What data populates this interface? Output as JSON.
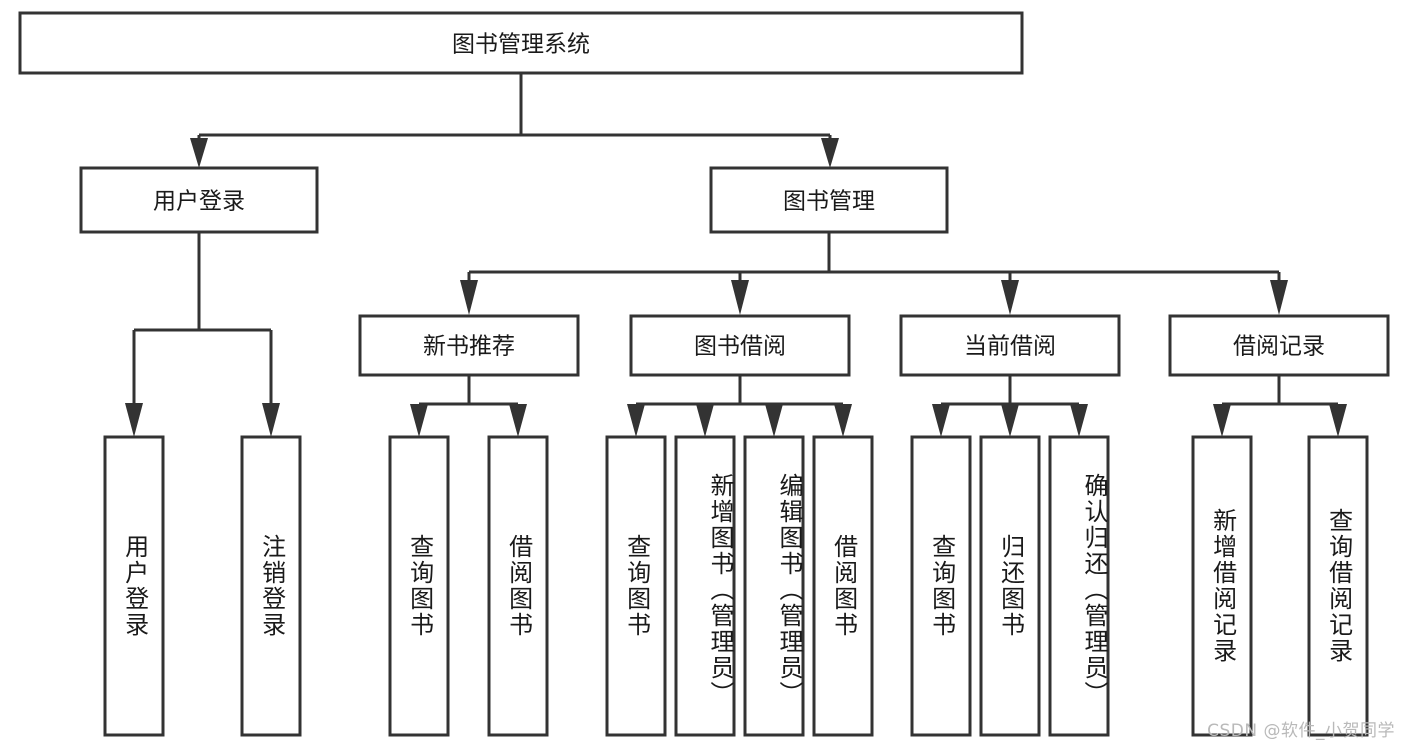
{
  "diagram": {
    "type": "tree",
    "title": "图书管理系统",
    "root": {
      "id": "root",
      "label": "图书管理系统"
    },
    "level2": [
      {
        "id": "user-login",
        "label": "用户登录"
      },
      {
        "id": "book-manage",
        "label": "图书管理"
      }
    ],
    "level3": [
      {
        "id": "new-book-recommend",
        "label": "新书推荐",
        "parent": "book-manage"
      },
      {
        "id": "book-borrow",
        "label": "图书借阅",
        "parent": "book-manage"
      },
      {
        "id": "current-borrow",
        "label": "当前借阅",
        "parent": "book-manage"
      },
      {
        "id": "borrow-record",
        "label": "借阅记录",
        "parent": "book-manage"
      }
    ],
    "leaves": [
      {
        "id": "leaf-user-login",
        "label": "用户登录",
        "parent": "user-login"
      },
      {
        "id": "leaf-user-logout",
        "label": "注销登录",
        "parent": "user-login"
      },
      {
        "id": "leaf-query-book-1",
        "label": "查询图书",
        "parent": "new-book-recommend"
      },
      {
        "id": "leaf-borrow-book-1",
        "label": "借阅图书",
        "parent": "new-book-recommend"
      },
      {
        "id": "leaf-query-book-2",
        "label": "查询图书",
        "parent": "book-borrow"
      },
      {
        "id": "leaf-add-book",
        "label": "新增图书（管理员）",
        "parent": "book-borrow"
      },
      {
        "id": "leaf-edit-book",
        "label": "编辑图书（管理员）",
        "parent": "book-borrow"
      },
      {
        "id": "leaf-borrow-book-2",
        "label": "借阅图书",
        "parent": "book-borrow"
      },
      {
        "id": "leaf-query-book-3",
        "label": "查询图书",
        "parent": "current-borrow"
      },
      {
        "id": "leaf-return-book",
        "label": "归还图书",
        "parent": "current-borrow"
      },
      {
        "id": "leaf-confirm-return",
        "label": "确认归还（管理员）",
        "parent": "current-borrow"
      },
      {
        "id": "leaf-add-record",
        "label": "新增借阅记录",
        "parent": "borrow-record"
      },
      {
        "id": "leaf-query-record",
        "label": "查询借阅记录",
        "parent": "borrow-record"
      }
    ],
    "colors": {
      "stroke": "#333333",
      "fill": "#ffffff",
      "text": "#1a1a1a",
      "background": "#ffffff",
      "watermark": "#b9b9b9"
    }
  },
  "watermark": {
    "text": "CSDN @软件_小贺同学"
  }
}
